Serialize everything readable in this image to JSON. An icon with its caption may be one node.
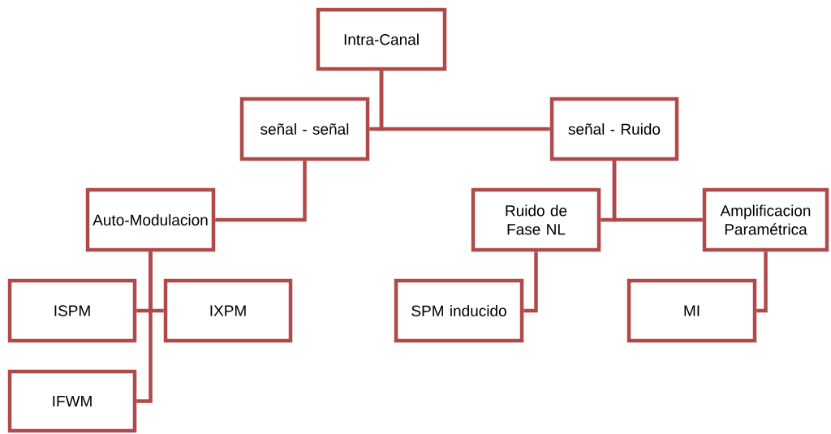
{
  "diagram": {
    "nodes": [
      {
        "text": [
          "Intra-Canal"
        ]
      },
      {
        "text": [
          "señal - señal"
        ]
      },
      {
        "text": [
          "señal - Ruido"
        ]
      },
      {
        "text": [
          "Auto-Modulacion"
        ]
      },
      {
        "text": [
          "Ruido de Fase NL"
        ]
      },
      {
        "text": [
          "Amplificacion Paramétrica"
        ]
      },
      {
        "text": [
          "ISPM"
        ]
      },
      {
        "text": [
          "IXPM"
        ]
      },
      {
        "text": [
          "IFWM"
        ]
      },
      {
        "text": [
          "SPM inducido"
        ]
      },
      {
        "text": [
          "MI"
        ]
      }
    ],
    "edges": [
      {
        "from": 0,
        "to": 1,
        "arrow": "none"
      },
      {
        "from": 0,
        "to": 2,
        "arrow": "none"
      },
      {
        "from": 1,
        "to": 3,
        "arrow": "none"
      },
      {
        "from": 2,
        "to": 4,
        "arrow": "none"
      },
      {
        "from": 2,
        "to": 5,
        "arrow": "none"
      },
      {
        "from": 3,
        "to": 6,
        "arrow": "none"
      },
      {
        "from": 3,
        "to": 7,
        "arrow": "none"
      },
      {
        "from": 3,
        "to": 8,
        "arrow": "none"
      },
      {
        "from": 4,
        "to": 9,
        "arrow": "none"
      },
      {
        "from": 5,
        "to": 10,
        "arrow": "none"
      }
    ]
  }
}
